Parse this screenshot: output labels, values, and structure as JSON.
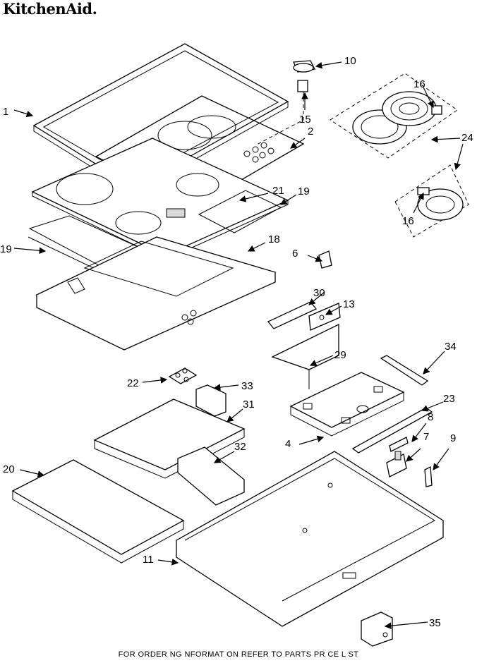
{
  "brand": "KitchenAid.",
  "footer": "FOR ORDER NG NFORMAT ON REFER TO PARTS PR CE L ST",
  "callouts": {
    "c1": "1",
    "c2": "2",
    "c4": "4",
    "c6": "6",
    "c7": "7",
    "c8": "8",
    "c9": "9",
    "c10": "10",
    "c11": "11",
    "c13": "13",
    "c15": "15",
    "c16a": "16",
    "c16b": "16",
    "c18": "18",
    "c19a": "19",
    "c19b": "19",
    "c20": "20",
    "c21": "21",
    "c22": "22",
    "c23": "23",
    "c24": "24",
    "c29": "29",
    "c30": "30",
    "c31": "31",
    "c32": "32",
    "c33": "33",
    "c34": "34",
    "c35": "35"
  }
}
